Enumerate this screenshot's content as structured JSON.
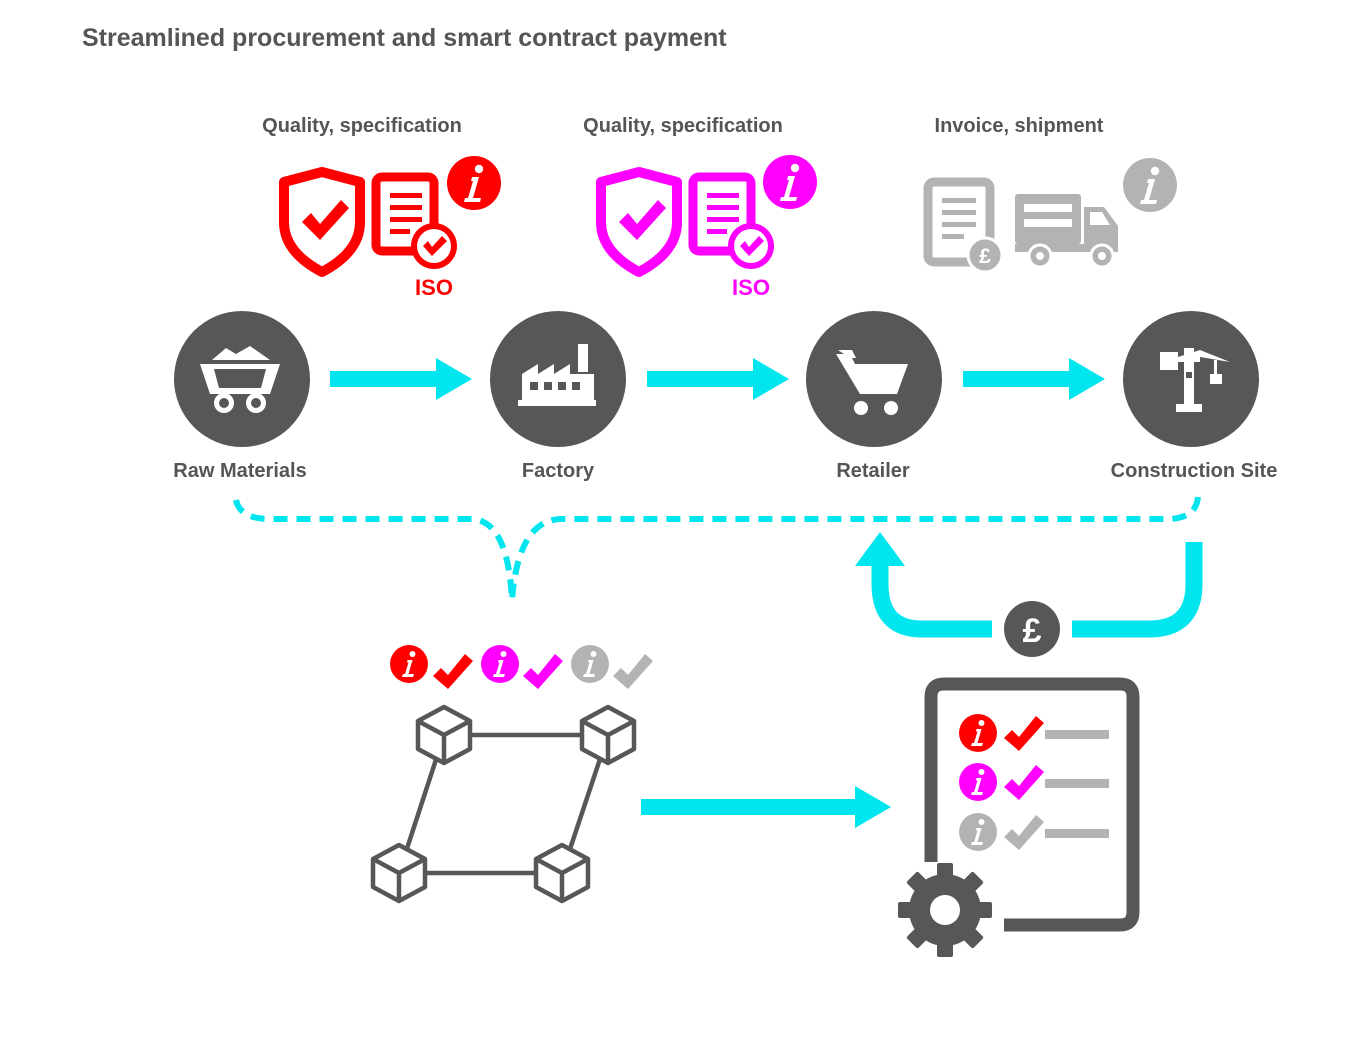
{
  "title": "Streamlined procurement and smart contract payment",
  "colors": {
    "red": "#ff0000",
    "magenta": "#ff00ff",
    "grey": "#b3b3b3",
    "dark": "#575757",
    "cyan": "#00e5ee",
    "text": "#555555"
  },
  "info_groups": [
    {
      "caption": "Quality, specification",
      "color": "red",
      "icons": [
        "shield-check-icon",
        "certificate-iso-icon",
        "info-icon"
      ],
      "badge": "ISO"
    },
    {
      "caption": "Quality, specification",
      "color": "magenta",
      "icons": [
        "shield-check-icon",
        "certificate-iso-icon",
        "info-icon"
      ],
      "badge": "ISO"
    },
    {
      "caption": "Invoice, shipment",
      "color": "grey",
      "icons": [
        "invoice-pound-icon",
        "delivery-truck-icon",
        "info-icon"
      ]
    }
  ],
  "stages": [
    {
      "label": "Raw Materials",
      "icon": "mine-cart-icon"
    },
    {
      "label": "Factory",
      "icon": "factory-icon"
    },
    {
      "label": "Retailer",
      "icon": "shopping-cart-icon"
    },
    {
      "label": "Construction Site",
      "icon": "crane-icon"
    }
  ],
  "blockchain": {
    "icon": "blockchain-network-icon",
    "record_colors": [
      "red",
      "magenta",
      "grey"
    ]
  },
  "smart_contract": {
    "icon": "smart-contract-checklist-icon",
    "gear_icon": "gear-icon",
    "payment_icon": "pound-coin-icon",
    "currency_symbol": "£"
  }
}
